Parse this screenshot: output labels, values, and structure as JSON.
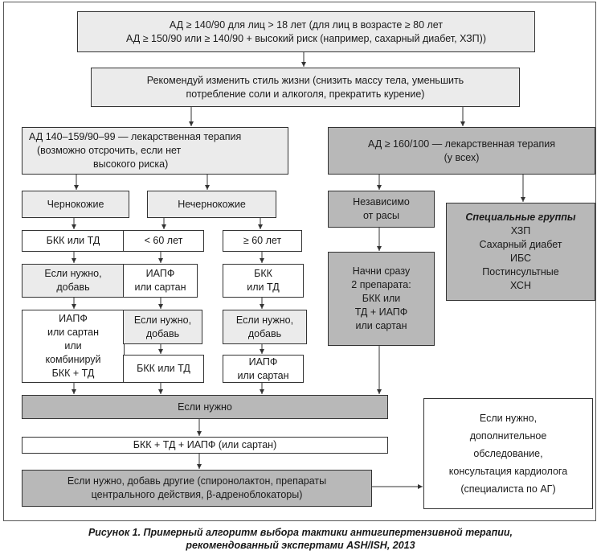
{
  "top_criteria": {
    "line1": "АД ≥ 140/90 для лиц > 18 лет (для лиц в возрасте ≥ 80 лет",
    "line2": "АД ≥ 150/90 или ≥ 140/90 + высокий риск (например, сахарный диабет, ХЗП))"
  },
  "lifestyle": {
    "line1": "Рекомендуй изменить стиль жизни (снизить массу тела, уменьшить",
    "line2": "потребление соли и алкоголя, прекратить курение)"
  },
  "moderate": {
    "line1": "АД 140–159/90–99 — лекарственная терапия",
    "line2": "(возможно отсрочить, если нет",
    "line3": "высокого риска)"
  },
  "severe": {
    "line1": "АД ≥ 160/100 — лекарственная терапия",
    "line2": "(у всех)"
  },
  "black": {
    "label": "Чернокожие"
  },
  "nonblack": {
    "label": "Нечернокожие"
  },
  "under60": {
    "label": "< 60 лет"
  },
  "over60": {
    "label": "≥ 60 лет"
  },
  "black_step1": {
    "label": "БКК или ТД"
  },
  "black_step2": {
    "line1": "Если нужно,",
    "line2": "добавь"
  },
  "black_step3": {
    "line1": "ИАПФ",
    "line2": "или сартан",
    "line3": "или",
    "line4": "комбинируй",
    "line5": "БКК + ТД"
  },
  "under60_step1": {
    "line1": "ИАПФ",
    "line2": "или сартан"
  },
  "under60_step2": {
    "line1": "Если нужно,",
    "line2": "добавь"
  },
  "under60_step3": {
    "label": "БКК или ТД"
  },
  "over60_step1": {
    "line1": "БКК",
    "line2": "или ТД"
  },
  "over60_step2": {
    "line1": "Если нужно,",
    "line2": "добавь"
  },
  "over60_step3": {
    "line1": "ИАПФ",
    "line2": "или сартан"
  },
  "race_independent": {
    "line1": "Независимо",
    "line2": "от расы"
  },
  "two_drugs": {
    "line1": "Начни сразу",
    "line2": "2 препарата:",
    "line3": "БКК или",
    "line4": "ТД + ИАПФ",
    "line5": "или сартан"
  },
  "special_groups": {
    "title": "Специальные группы",
    "items": [
      "ХЗП",
      "Сахарный диабет",
      "ИБС",
      "Постинсультные",
      "ХСН"
    ]
  },
  "if_needed": {
    "label": "Если нужно"
  },
  "triple": {
    "label": "БКК + ТД + ИАПФ (или сартан)"
  },
  "add_others": {
    "line1": "Если нужно, добавь другие (спиронолактон, препараты",
    "line2": "центрального действия, β-адреноблокаторы)"
  },
  "referral": {
    "line1": "Если нужно,",
    "line2": "дополнительное",
    "line3": "обследование,",
    "line4": "консультация кардиолога",
    "line5": "(специалиста по АГ)"
  },
  "caption": {
    "line1": "Рисунок 1. Примерный алгоритм выбора тактики антигипертензивной терапии,",
    "line2": "рекомендованный экспертами ASH/ISH, 2013"
  },
  "colors": {
    "light_fill": "#ebebeb",
    "dark_fill": "#b8b8b8",
    "border": "#333333"
  }
}
